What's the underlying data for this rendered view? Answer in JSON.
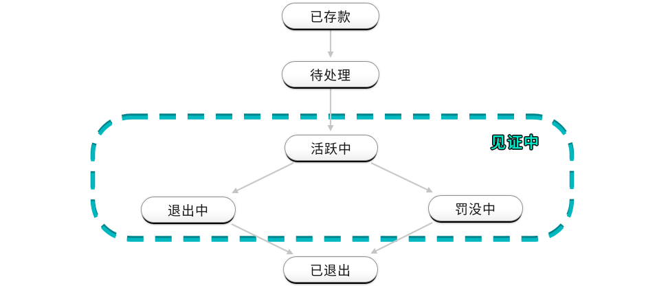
{
  "diagram": {
    "background_color": "#ffffff",
    "arrow_color": "#c9c9c9",
    "nodes": [
      {
        "id": "deposited",
        "label": "已存款"
      },
      {
        "id": "pending",
        "label": "待处理"
      },
      {
        "id": "active",
        "label": "活跃中"
      },
      {
        "id": "exiting",
        "label": "退出中"
      },
      {
        "id": "slashing",
        "label": "罚没中"
      },
      {
        "id": "exited",
        "label": "已退出"
      }
    ],
    "edges": [
      {
        "from": "已存款",
        "to": "待处理"
      },
      {
        "from": "待处理",
        "to": "活跃中"
      },
      {
        "from": "活跃中",
        "to": "退出中"
      },
      {
        "from": "活跃中",
        "to": "罚没中"
      },
      {
        "from": "退出中",
        "to": "已退出"
      },
      {
        "from": "罚没中",
        "to": "已退出"
      }
    ],
    "group": {
      "label": "见证中",
      "border_color": "#00b3ba",
      "border_color_dark": "#00858d",
      "label_color": "#00e8c8",
      "contains": [
        "活跃中",
        "退出中",
        "罚没中"
      ]
    }
  }
}
